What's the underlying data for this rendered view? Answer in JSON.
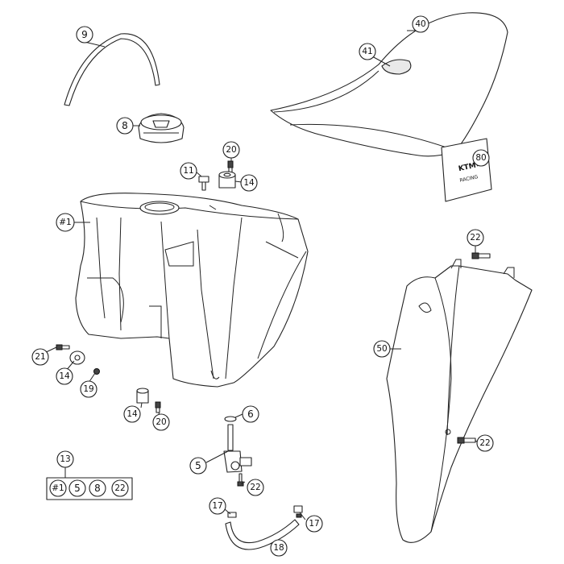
{
  "callouts": {
    "c9": "9",
    "c40": "40",
    "c41": "41",
    "c8": "8",
    "c20a": "20",
    "c80": "80",
    "c11": "11",
    "c14a": "14",
    "c1": "#1",
    "c22a": "22",
    "c50": "50",
    "c21": "21",
    "c14b": "14",
    "c19": "19",
    "c14c": "14",
    "c20b": "20",
    "c6": "6",
    "c13": "13",
    "c5": "5",
    "c22b": "22",
    "c22c": "22",
    "c17a": "17",
    "c17b": "17",
    "c18": "18"
  },
  "kit_13": {
    "items": [
      "#1",
      "5",
      "8",
      "22"
    ]
  },
  "decal_text": {
    "brand": "KTM",
    "sub": "RACING"
  }
}
